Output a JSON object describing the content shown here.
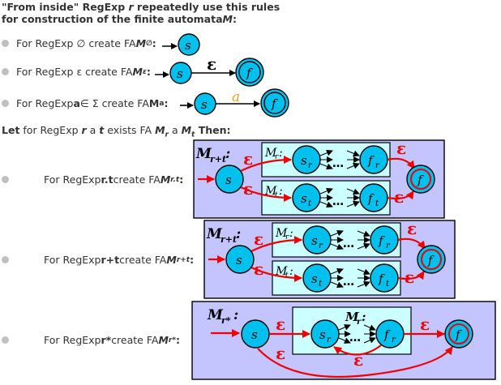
{
  "title": {
    "line1_prefix": "\"From inside\" RegExp ",
    "line1_var": "r",
    "line1_suffix": " repeatedly use this rules",
    "line2_prefix": "for construction of the finite automata",
    "line2_var": "M",
    "line2_suffix": ":"
  },
  "rules": [
    {
      "text": "For RegExp ∅ create FA ",
      "fa": "M",
      "sub": "∅",
      "end": ":"
    },
    {
      "text": "For RegExp ε create FA ",
      "fa": "M",
      "sub": "ε",
      "end": ":"
    },
    {
      "text_a": "For RegExp ",
      "sym": "a",
      "text_b": " ∈ Σ create FA ",
      "fa": "M",
      "sub": "a",
      "end": ":"
    }
  ],
  "let_line": {
    "p1": "Let",
    "p2": " for RegExp ",
    "r": "r",
    "p3": " a ",
    "t": "t",
    "p4": " exists FA ",
    "mr": "M",
    "mr_sub": "r",
    "p5": " a ",
    "mt": "M",
    "mt_sub": "t",
    "p6": " Then:"
  },
  "constructions": [
    {
      "pre": "For RegExp ",
      "op": "r.t",
      "mid": " create FA ",
      "fa": "M",
      "sub": "r.t",
      "end": ":"
    },
    {
      "pre": "For RegExp ",
      "op": "r+t",
      "mid": " create FA ",
      "fa": "M",
      "sub": "r+t",
      "end": ":"
    },
    {
      "pre": "For RegExp ",
      "op": "r*",
      "mid": " create FA ",
      "fa": "M",
      "sub": "r*",
      "end": ":"
    }
  ],
  "diagram": {
    "state_s": "s",
    "state_f": "f",
    "state_sr": "s",
    "state_fr": "f",
    "state_st": "s",
    "state_ft": "f",
    "sub_r": "r",
    "sub_t": "t",
    "epsilon": "ε",
    "symbol_a": "a",
    "dots": "…",
    "box_rt_label": "M",
    "box_rt_sub": "r+t",
    "box_rplust_label": "M",
    "box_rplust_sub": "r+t",
    "box_rstar_label": "M",
    "box_rstar_sub": "r*",
    "sub_mr_label": "M",
    "sub_mr_sub": "r",
    "sub_mt_label": "M",
    "sub_mt_sub": "t",
    "colors": {
      "state_fill": "#00c0ee",
      "panel_fill": "#c4c4ff",
      "subbox_fill": "#ccffff",
      "epsilon_red": "#ee0000",
      "symbol_orange": "#f0a030"
    }
  }
}
